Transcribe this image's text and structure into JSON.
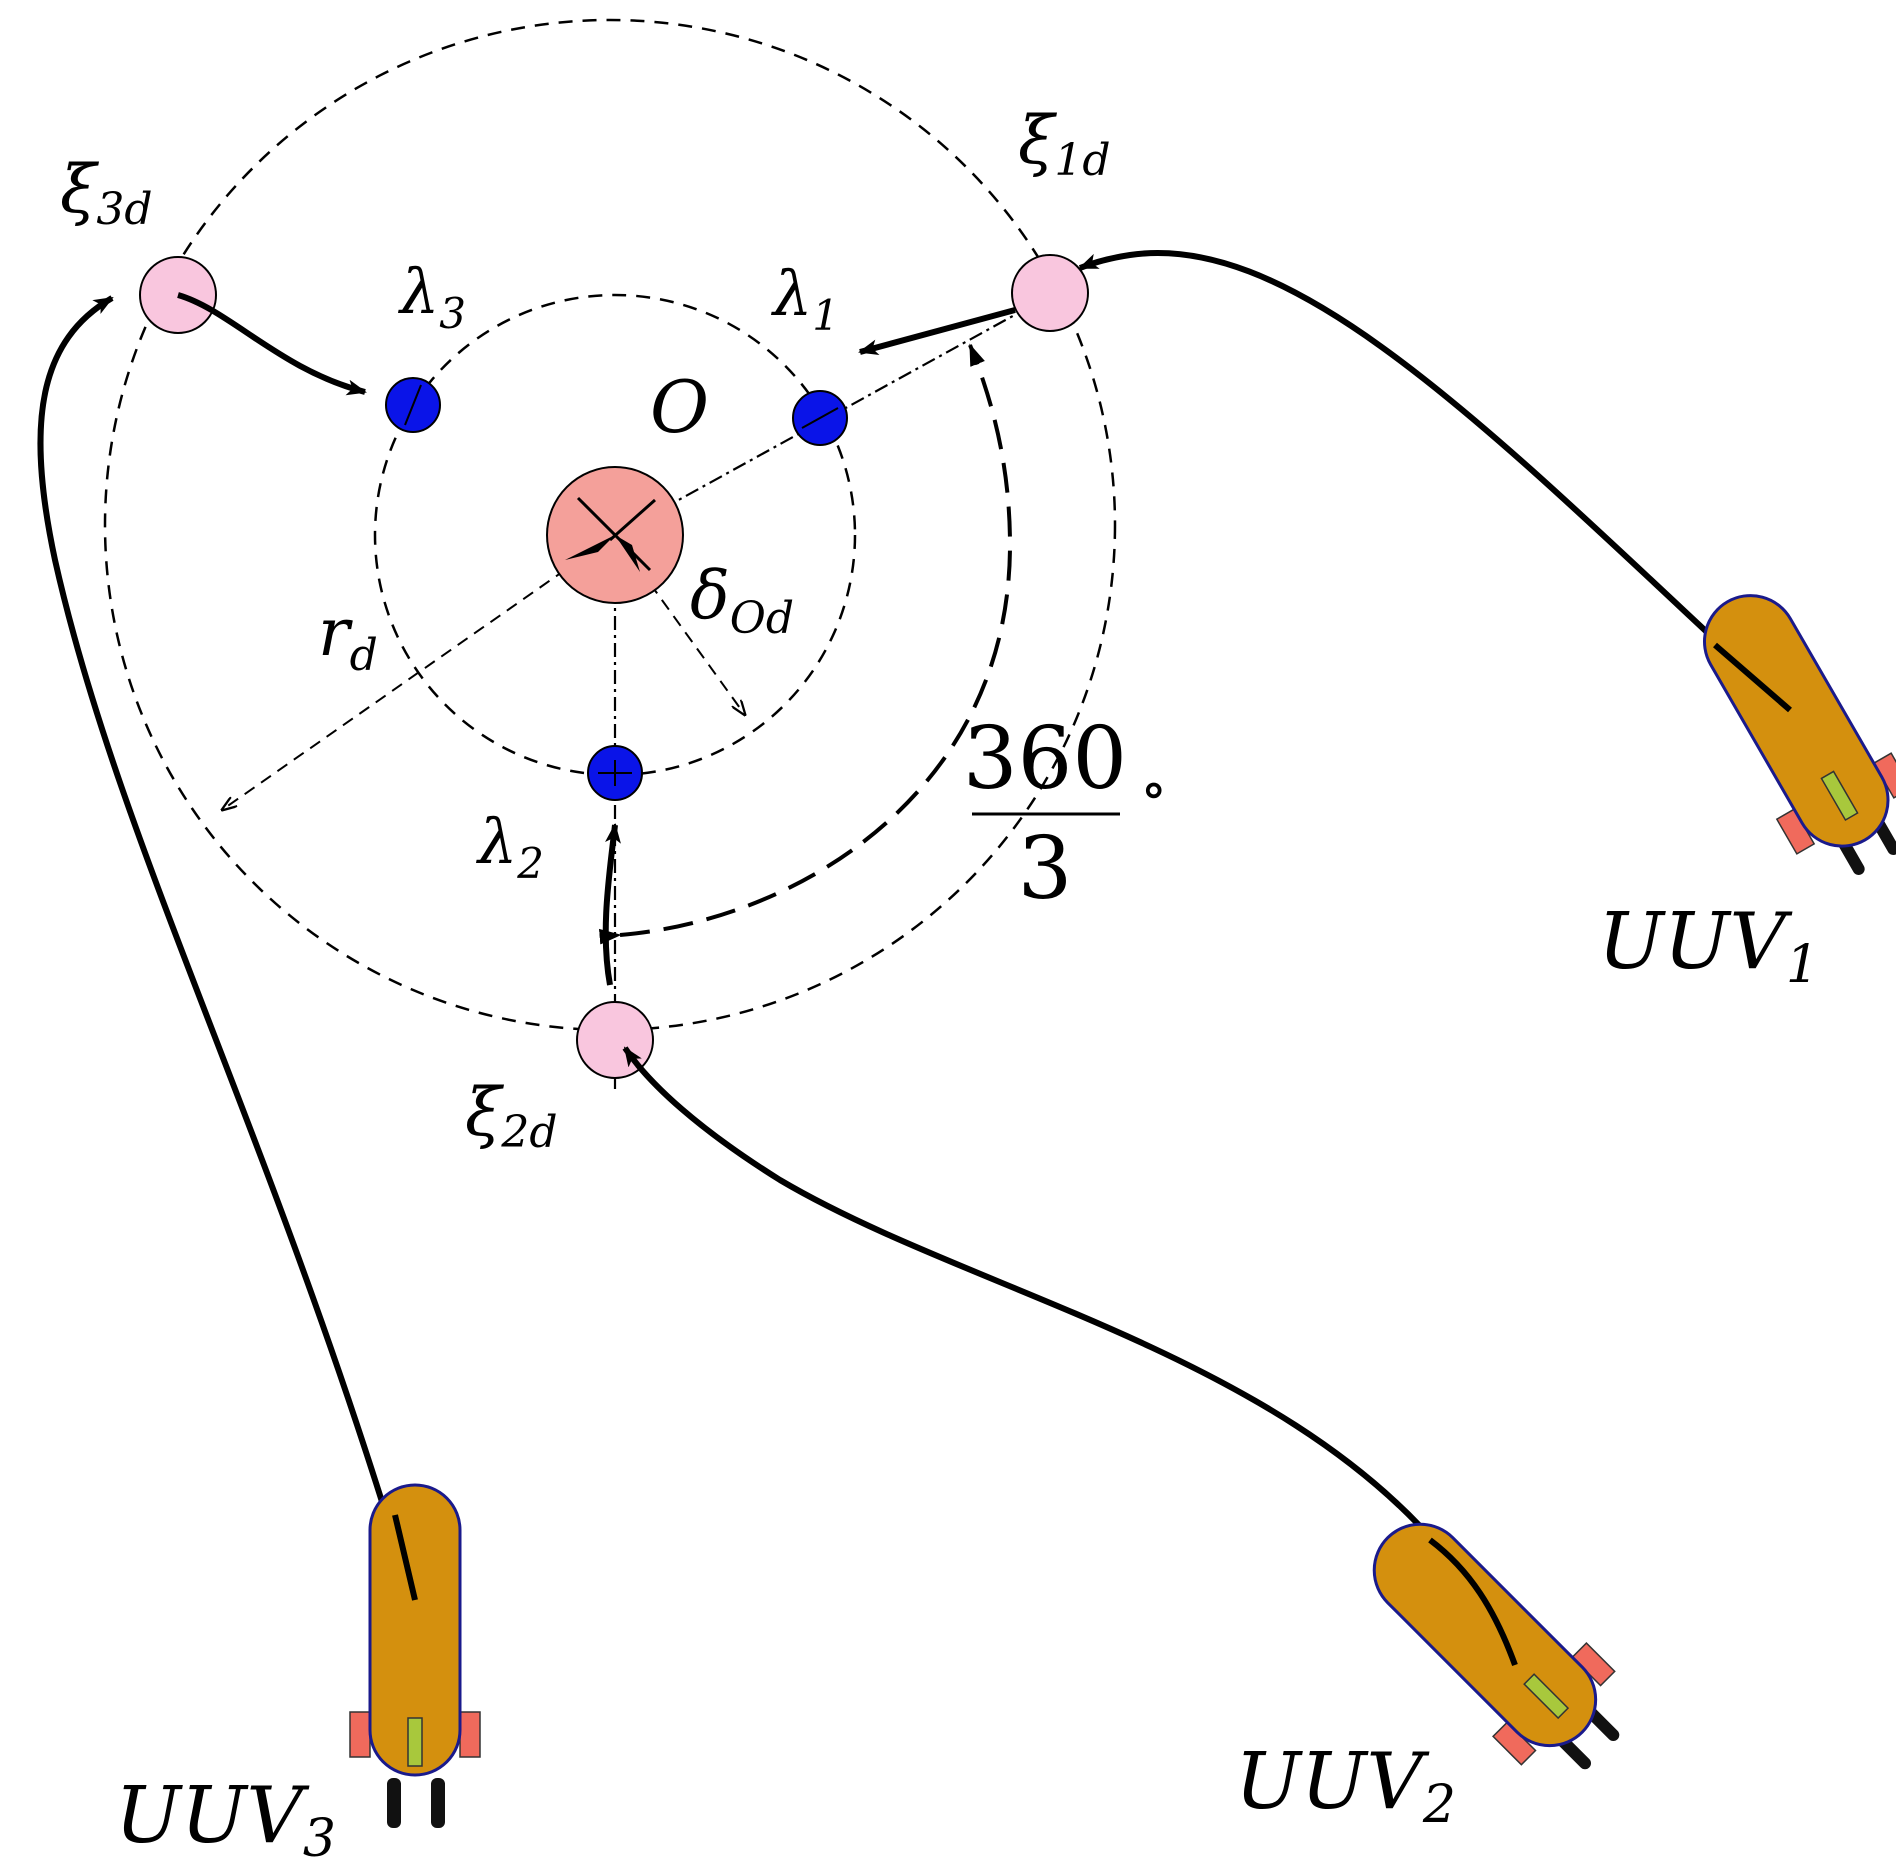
{
  "labels": {
    "center": "O",
    "xi_base": "ξ",
    "xi1_sub": "1d",
    "xi2_sub": "2d",
    "xi3_sub": "3d",
    "lambda_base": "λ",
    "lambda1_sub": "1",
    "lambda2_sub": "2",
    "lambda3_sub": "3",
    "r_base": "r",
    "r_sub": "d",
    "delta_base": "δ",
    "delta_sub": "Od",
    "angle_numerator": "360",
    "angle_denominator": "3",
    "angle_unit": "∘",
    "uuv_base": "UUV",
    "uuv1_sub": "1",
    "uuv2_sub": "2",
    "uuv3_sub": "3"
  },
  "colors": {
    "target": "#F4A09A",
    "virtual_point": "#0A14E8",
    "desired_point": "#F9C6DE",
    "uuv_body": "#D4900E",
    "uuv_outline": "#1A1A8C",
    "uuv_fin": "#F06A5C",
    "uuv_sensor": "#A8C83C",
    "line": "#000000"
  }
}
